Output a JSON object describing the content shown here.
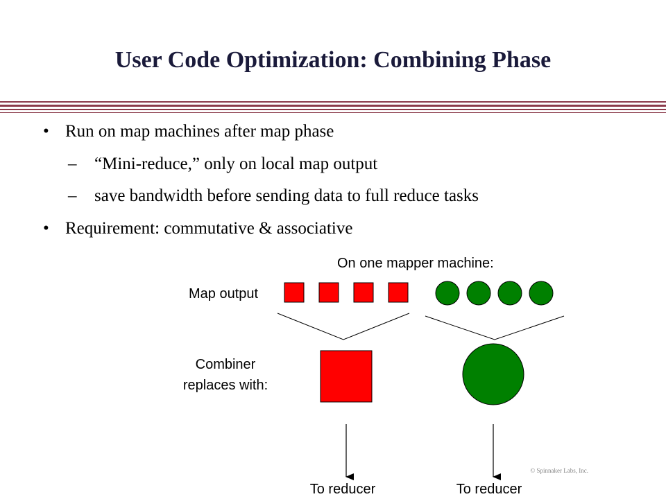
{
  "slide": {
    "title": "User Code Optimization:  Combining Phase",
    "bullets": [
      {
        "text": "Run on map machines after map phase",
        "subs": [
          "“Mini-reduce,” only on local map output",
          "save bandwidth before sending data to full reduce tasks"
        ]
      },
      {
        "text": "Requirement:  commutative & associative",
        "subs": []
      }
    ],
    "bullet_symbol": "•",
    "sub_symbol": "–",
    "accent_color": "#8b3a4a"
  },
  "diagram": {
    "header": "On one mapper machine:",
    "map_output_label": "Map output",
    "combiner_label_line1": "Combiner",
    "combiner_label_line2": "replaces with:",
    "reducer_label_left": "To reducer",
    "reducer_label_right": "To reducer",
    "square_color": "#ff0000",
    "circle_color": "#008000",
    "map_square_count": 4,
    "map_circle_count": 4
  },
  "footer": {
    "copyright": "© Spinnaker Labs, Inc."
  }
}
